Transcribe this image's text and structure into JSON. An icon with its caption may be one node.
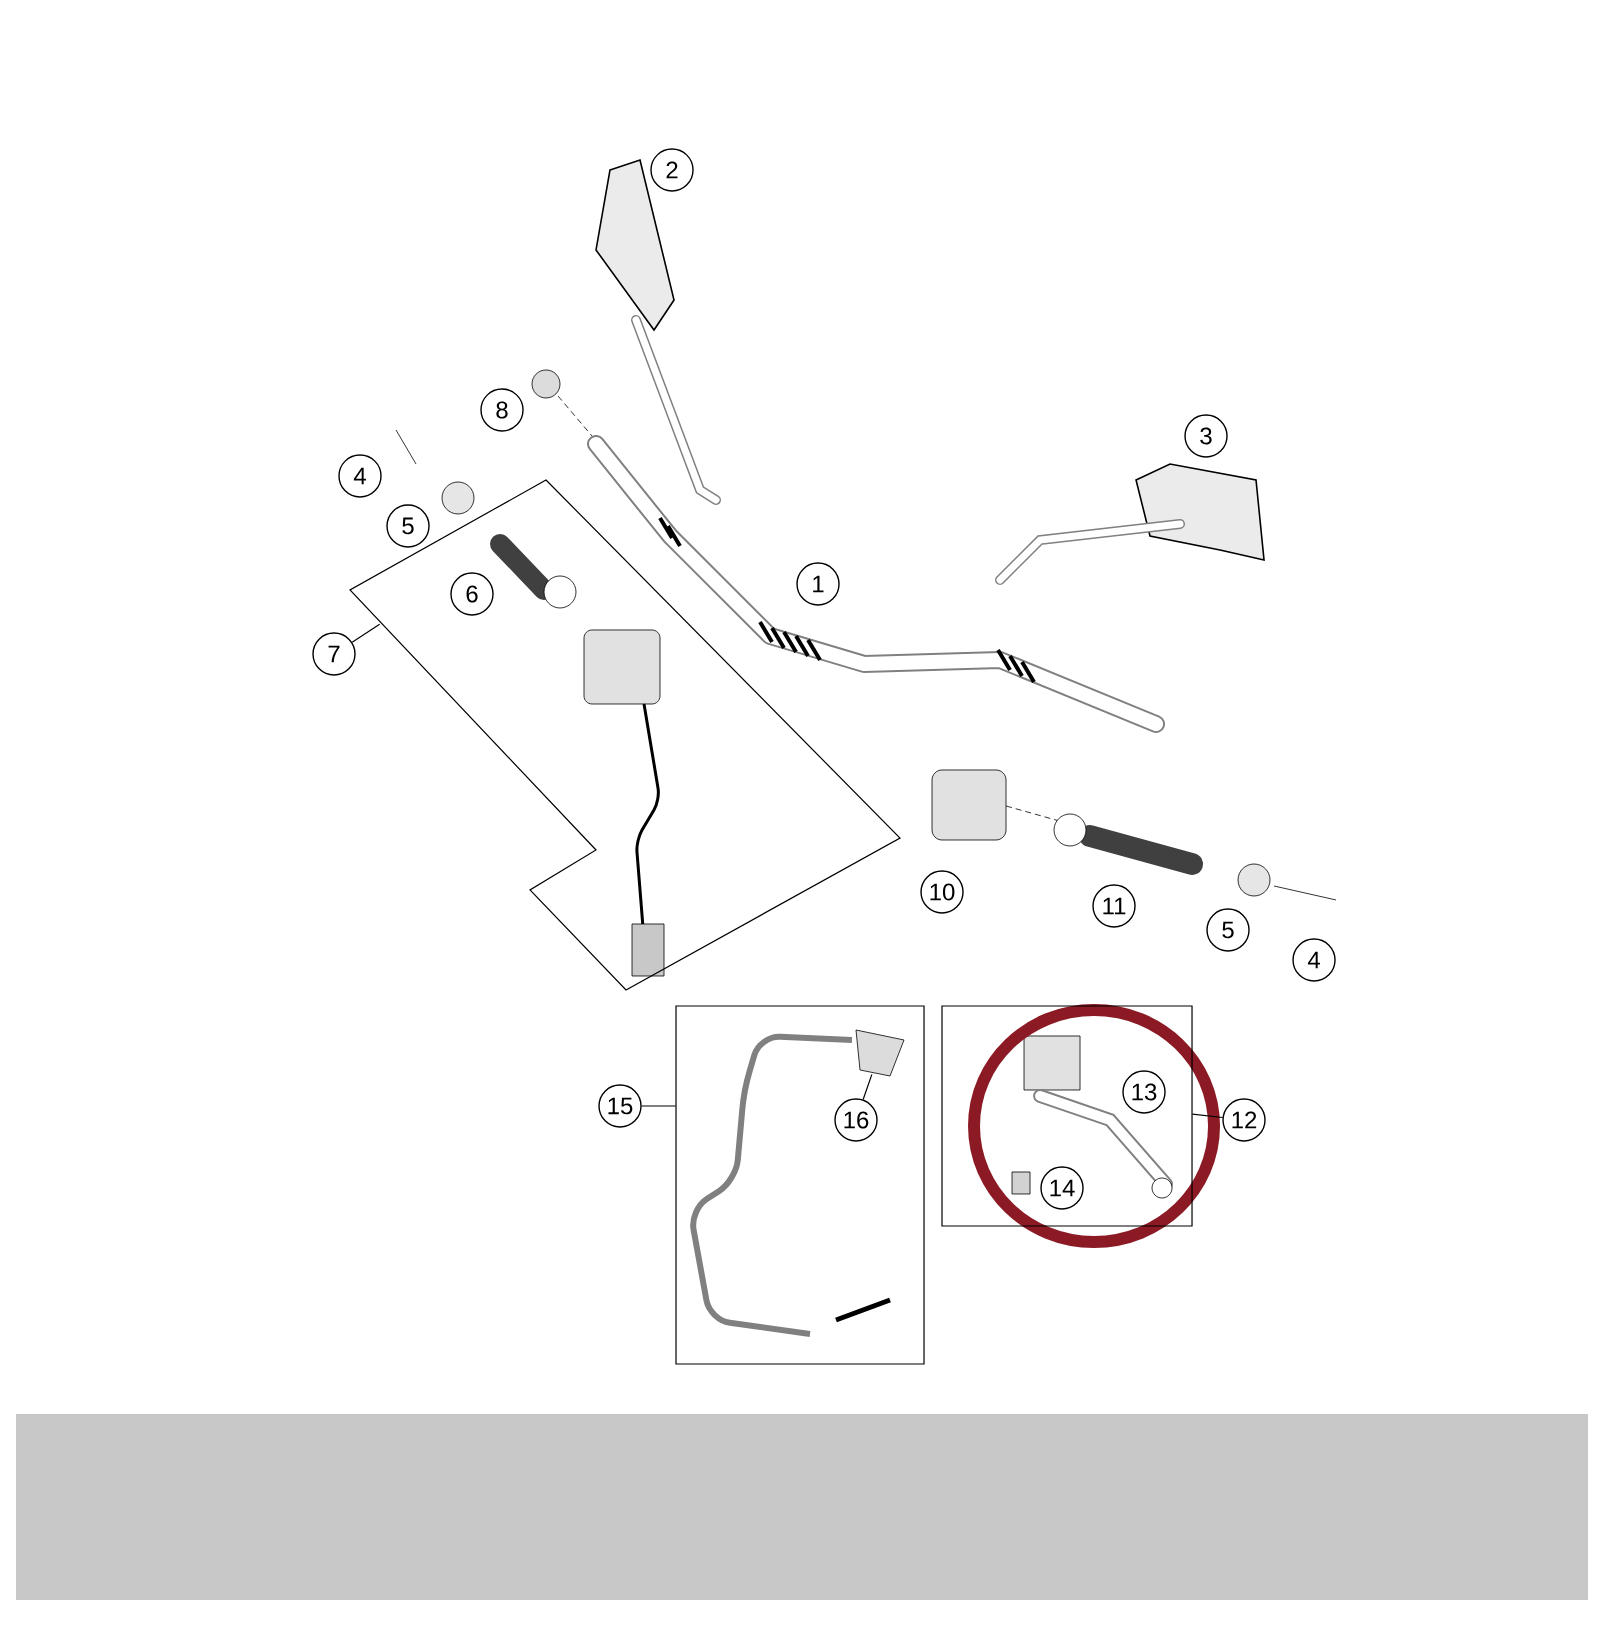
{
  "diagram": {
    "nodes": [
      {
        "text": [
          "2"
        ]
      },
      {
        "text": [
          "8"
        ]
      },
      {
        "text": [
          "3"
        ]
      },
      {
        "text": [
          "4"
        ]
      },
      {
        "text": [
          "5"
        ]
      },
      {
        "text": [
          "1"
        ]
      },
      {
        "text": [],
        "shape": "box"
      },
      {
        "text": [
          "6"
        ],
        "in": 6
      },
      {
        "text": [
          "7"
        ]
      },
      {
        "text": [
          "10"
        ]
      },
      {
        "text": [
          "11"
        ]
      },
      {
        "text": [
          "5"
        ]
      },
      {
        "text": [
          "4"
        ]
      },
      {
        "text": [],
        "shape": "box"
      },
      {
        "text": [
          "15"
        ]
      },
      {
        "text": [],
        "shape": "picture",
        "in": 13
      },
      {
        "text": [
          "16"
        ],
        "in": 13
      },
      {
        "text": [],
        "shape": "box"
      },
      {
        "text": [
          "13"
        ],
        "in": 17
      },
      {
        "text": [
          "14"
        ],
        "in": 17
      },
      {
        "text": [
          "12"
        ]
      }
    ],
    "edges": [
      {
        "from": 8,
        "to": 6,
        "arrow": "none"
      },
      {
        "from": 14,
        "to": 13,
        "arrow": "none"
      },
      {
        "from": 20,
        "to": 17,
        "arrow": "none"
      },
      {
        "from": 16,
        "to": 15,
        "arrow": "none"
      }
    ]
  }
}
